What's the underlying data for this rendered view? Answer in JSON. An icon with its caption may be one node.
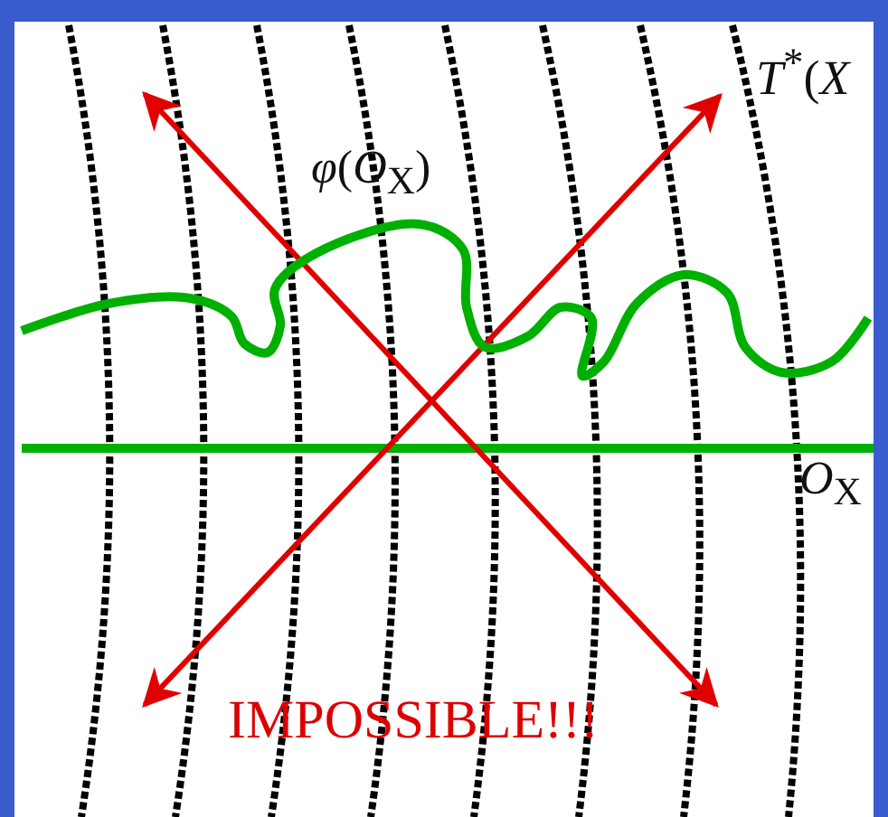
{
  "diagram": {
    "labels": [
      "*T*$^{*}$(*X*",
      "*φ*(*O*$_{X}$)",
      "*O*$_{X}$",
      "IMPOSSIBLE!!!"
    ]
  }
}
